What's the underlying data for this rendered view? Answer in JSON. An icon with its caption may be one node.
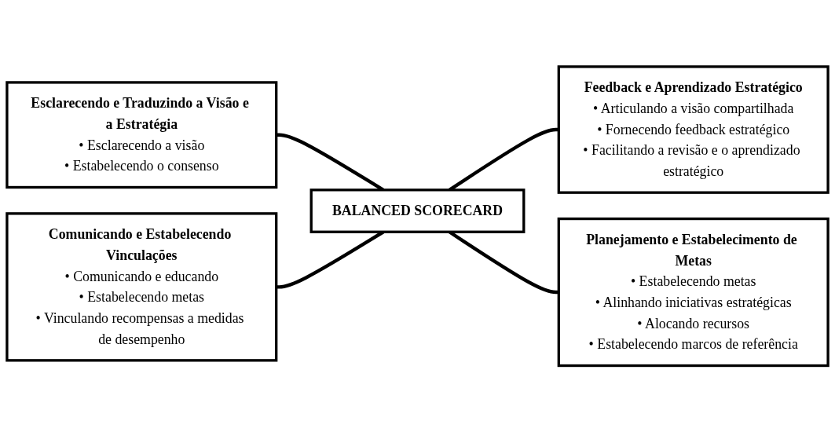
{
  "diagram": {
    "nodes": [
      {
        "text": [
          "Esclarecendo e Traduzindo a Visão e a Estratégia",
          "• Esclarecendo a visão",
          "• Estabelecendo o consenso"
        ]
      },
      {
        "text": [
          "Comunicando e Estabelecendo Vinculações",
          "• Comunicando e educando",
          "• Estabelecendo metas",
          "• Vinculando recompensas a medidas de desempenho"
        ]
      },
      {
        "text": [
          "BALANCED SCORECARD"
        ]
      },
      {
        "text": [
          "Feedback e Aprendizado Estratégico",
          "• Articulando a visão compartilhada",
          "• Fornecendo feedback estratégico",
          "• Facilitando a revisão e o aprendizado estratégico"
        ]
      },
      {
        "text": [
          "Planejamento e Estabelecimento de Metas",
          "• Estabelecendo metas",
          "• Alinhando iniciativas estratégicas",
          "• Alocando recursos",
          "• Estabelecendo marcos de referência"
        ]
      }
    ],
    "edges": [
      {
        "from": 0,
        "to": 2,
        "arrow": "none"
      },
      {
        "from": 1,
        "to": 2,
        "arrow": "none"
      },
      {
        "from": 2,
        "to": 3,
        "arrow": "none"
      },
      {
        "from": 2,
        "to": 4,
        "arrow": "none"
      }
    ]
  }
}
